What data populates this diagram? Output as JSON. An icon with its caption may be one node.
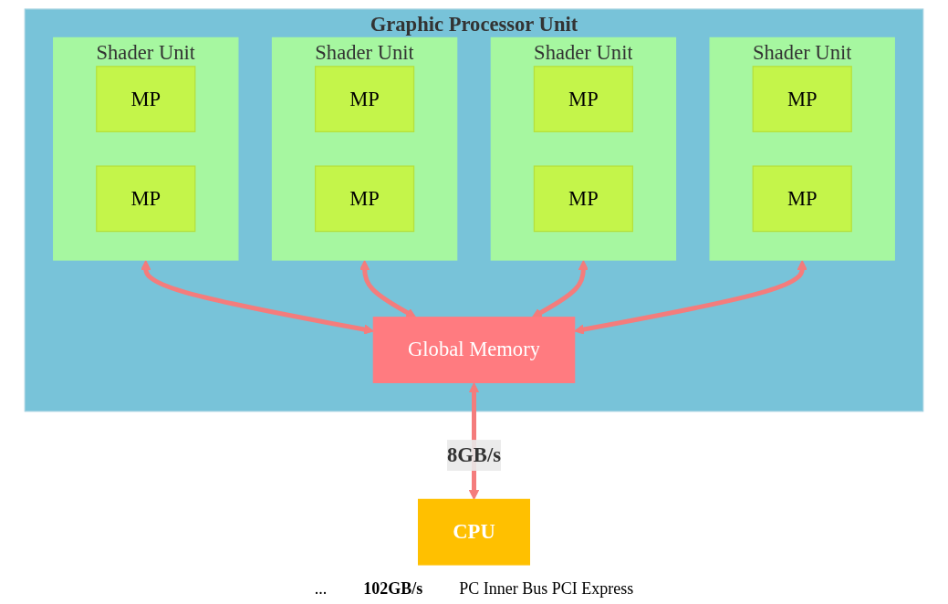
{
  "diagram": {
    "nodes": [
      {
        "text": [
          "Graphic Processor Unit"
        ]
      },
      {
        "text": [
          "Shader Unit"
        ],
        "in": 0
      },
      {
        "text": [
          "MP"
        ],
        "in": 1
      },
      {
        "text": [
          "MP"
        ],
        "in": 1
      },
      {
        "text": [
          "Shader Unit"
        ],
        "in": 0
      },
      {
        "text": [
          "MP"
        ],
        "in": 4
      },
      {
        "text": [
          "MP"
        ],
        "in": 4
      },
      {
        "text": [
          "Shader Unit"
        ],
        "in": 0
      },
      {
        "text": [
          "MP"
        ],
        "in": 7
      },
      {
        "text": [
          "MP"
        ],
        "in": 7
      },
      {
        "text": [
          "Shader Unit"
        ],
        "in": 0
      },
      {
        "text": [
          "MP"
        ],
        "in": 10
      },
      {
        "text": [
          "MP"
        ],
        "in": 10
      },
      {
        "text": [
          "Global Memory"
        ],
        "in": 0
      },
      {
        "text": [
          "CPU"
        ]
      }
    ],
    "edges": [
      {
        "from": 1,
        "to": 13,
        "arrow": "both"
      },
      {
        "from": 4,
        "to": 13,
        "arrow": "both"
      },
      {
        "from": 7,
        "to": 13,
        "arrow": "both"
      },
      {
        "from": 10,
        "to": 13,
        "arrow": "both"
      },
      {
        "from": 13,
        "to": 14,
        "arrow": "both",
        "label": "8GB/s"
      }
    ],
    "labels": [
      "...",
      "102GB/s",
      "PC Inner Bus PCI Express"
    ]
  }
}
